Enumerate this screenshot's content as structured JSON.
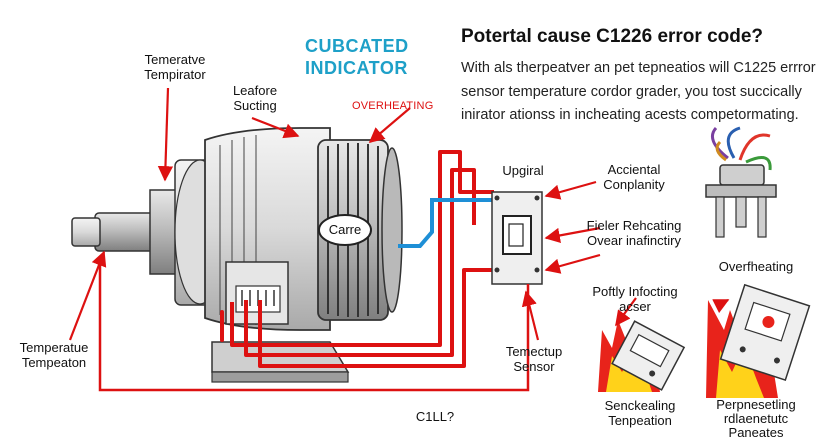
{
  "heading": "Potertal cause C1226 error code?",
  "description_lines": [
    "With als therpeatver an pet tepneatios will C1225 errror",
    "sensor temperature cordor grader, you tost succically",
    "inirator ationss in incheating acests competormating."
  ],
  "indicator_title": [
    "CUBCATED",
    "INDICATOR"
  ],
  "overheating_top": "OVERHEATING",
  "motor_label": "Carre",
  "labels": {
    "temp_top": [
      "Temeratve",
      "Tempirator"
    ],
    "leafore": [
      "Leafore",
      "Sucting"
    ],
    "upgiral": "Upgiral",
    "acciental": [
      "Acciental",
      "Conplanity"
    ],
    "fieler": [
      "Fieler Rehcating",
      "Ovear inafinctiry"
    ],
    "overfheating": "Overfheating",
    "poftly": [
      "Poftly Infocting",
      "acser"
    ],
    "temp_bottom": [
      "Temperatue",
      "Tempeaton"
    ],
    "temectup": [
      "Temectup",
      "Sensor"
    ],
    "cill": "C1LL?",
    "senckealing": [
      "Senckealing",
      "Tenpeation"
    ],
    "perpnesetling": [
      "Perpnesetling",
      "rdlaenetutc",
      "Paneates"
    ]
  },
  "colors": {
    "accent_red": "#dd1111",
    "blue": "#1ea0c8",
    "fire_red": "#e8231b",
    "fire_yellow": "#ffd21a"
  }
}
